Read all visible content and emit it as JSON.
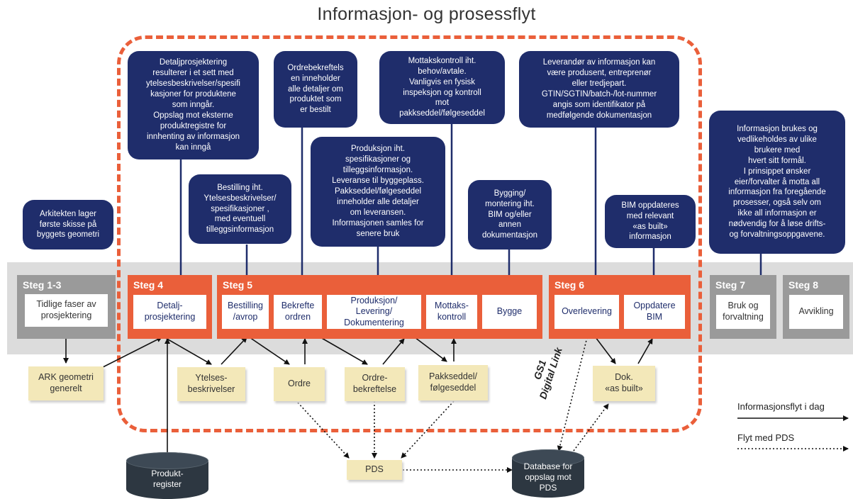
{
  "title": "Informasjon- og prosessflyt",
  "callouts": {
    "arkitekt": "Arkitekten lager\nførste skisse på\nbyggets geometri",
    "detalj": "Detaljprosjektering\nresulterer i et sett  med\nytelsesbeskrivelser/spesifi\nkasjoner for produktene\nsom inngår.\nOppslag mot eksterne\nproduktregistre for\ninnhenting av informasjon\nkan inngå",
    "ordrebekr": "Ordrebekreftels\nen inneholder\nalle detaljer om\nproduktet som\ner bestilt",
    "mottak": "Mottakskontroll iht.\nbehov/avtale.\nVanligvis en fysisk\ninspeksjon og kontroll\nmot\npakkseddel/følgeseddel",
    "leverandor": "Leverandør av informasjon kan\nvære produsent, entreprenør\neller tredjepart.\nGTIN/SGTIN/batch-/lot-nummer\nangis som identifikator på\nmedfølgende dokumentasjon",
    "bestilling": "Bestilling iht.\nYtelsesbeskrivelser/\nspesifikasjoner ,\nmed eventuell\ntilleggsinformasjon",
    "produksjon": "Produksjon iht.\nspesifikasjoner og\ntilleggsinformasjon.\nLeveranse til byggeplass.\nPakkseddel/følgeseddel\ninneholder alle detaljer\nom leveransen.\nInformasjonen samles for\nsenere bruk",
    "bygging": "Bygging/\nmontering iht.\nBIM og/eller\nannen\ndokumentasjon",
    "bim": "BIM oppdateres\nmed relevant\n«as built»\ninformasjon",
    "bruk": "Informasjon brukes og\nvedlikeholdes av ulike\nbrukere med\nhvert sitt formål.\nI prinsippet ønsker\neier/forvalter å motta all\ninformasjon fra foregående\nprosesser, også selv om\nikke all informasjon er\nnødvendig for å løse drifts-\nog forvaltningsoppgavene."
  },
  "stages": {
    "s13": "Steg 1-3",
    "s4": "Steg 4",
    "s5": "Steg 5",
    "s6": "Steg 6",
    "s7": "Steg 7",
    "s8": "Steg 8"
  },
  "steps": {
    "tidlige": "Tidlige faser av\nprosjektering",
    "detaljprosj": "Detalj-\nprosjektering",
    "bestilling": "Bestilling\n/avrop",
    "bekrefte": "Bekrefte\nordren",
    "produksjon": "Produksjon/\nLevering/\nDokumentering",
    "mottakskontroll": "Mottaks-\nkontroll",
    "bygge": "Bygge",
    "overlevering": "Overlevering",
    "oppdatere": "Oppdatere\nBIM",
    "bruk": "Bruk og\nforvaltning",
    "avvikling": "Avvikling"
  },
  "documents": {
    "ark": "ARK geometri\ngenerelt",
    "ytelse": "Ytelses-\nbeskrivelser",
    "ordre": "Ordre",
    "ordrebekreftelse": "Ordre-\nbekreftelse",
    "pakkseddel": "Pakkseddel/\nfølgeseddel",
    "dok": "Dok.\n«as built»",
    "pds": "PDS"
  },
  "databases": {
    "produktregister": "Produkt-\nregister",
    "database": "Database for\noppslag mot\nPDS"
  },
  "gs1": "GS1\nDigital Link",
  "legend": {
    "solid": "Informasjonsflyt i dag",
    "dotted": "Flyt med PDS"
  },
  "colors": {
    "navy": "#1f2d6b",
    "orange": "#ea5f3a",
    "gray_stage": "#9a9a9a",
    "band": "#dcdcdc",
    "note": "#f3e8b9",
    "database": "#2d3741"
  }
}
